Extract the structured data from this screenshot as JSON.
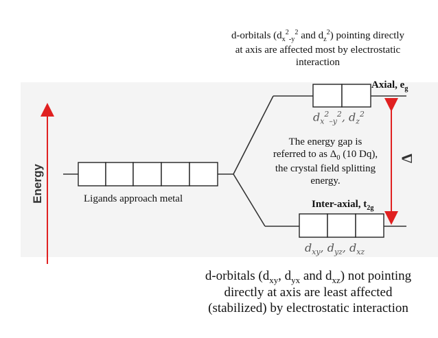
{
  "top_note": {
    "l1_a": "d-orbitals (d",
    "l1_b": "x",
    "l1_c": "2",
    "l1_d": "-y",
    "l1_e": "2",
    "l1_f": " and d",
    "l1_g": "z",
    "l1_h": "2",
    "l1_i": ") pointing directly",
    "line2": "at axis are affected most by electrostatic",
    "line3": "interaction"
  },
  "axial_label": {
    "text": "Axial, e",
    "sub": "g"
  },
  "eg_orbitals": {
    "a": "d",
    "b": "x",
    "c": "2",
    "d": "–y",
    "e": "2",
    "f": ", d",
    "g": "z",
    "h": "2"
  },
  "energy_gap": {
    "line1": "The energy gap is",
    "line2a": "referred to as Δ",
    "line2b": "0",
    "line2c": " (10 Dq),",
    "line3": "the crystal field splitting",
    "line4": "energy."
  },
  "delta_symbol": "Δ",
  "energy_axis_label": "Energy",
  "ligands_label": "Ligands approach metal",
  "interaxial_label": {
    "text": "Inter-axial, t",
    "sub": "2g"
  },
  "t2g_orbitals": {
    "a": "d",
    "b": "xy",
    "c": ", d",
    "d": "yz",
    "e": ", d",
    "f": "xz"
  },
  "bottom_note": {
    "l1_a": "d-orbitals (d",
    "l1_b": "xy",
    "l1_c": ", d",
    "l1_d": "yx",
    "l1_e": " and d",
    "l1_f": "xz",
    "l1_g": ") not pointing",
    "line2": "directly at axis are least affected",
    "line3": "(stabilized) by electrostatic interaction"
  },
  "colors": {
    "arrow": "#e02020",
    "band": "#f2f2f2",
    "orbital_text": "#555555"
  }
}
